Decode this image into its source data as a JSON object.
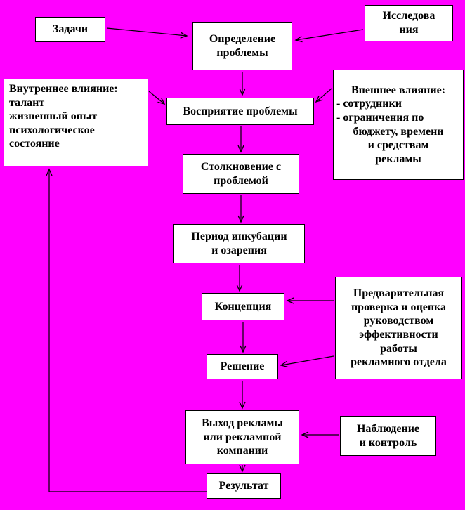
{
  "colors": {
    "background": "#FF00FF",
    "node_background": "#FFFFFF",
    "node_border": "#000000",
    "text": "#000000",
    "arrow": "#000000"
  },
  "nodes": {
    "tasks": {
      "label": "Задачи"
    },
    "research": {
      "label": "Исследова\nния"
    },
    "problem_definition": {
      "label": "Определение\nпроблемы"
    },
    "internal_influence": {
      "label": "Внутреннее влияние:\nталант\nжизненный опыт\nпсихологическое\nсостояние"
    },
    "perception": {
      "label": "Восприятие проблемы"
    },
    "external_influence": {
      "lines": [
        "Внешнее влияние:",
        "- сотрудники",
        "- ограничения по",
        "бюджету, времени",
        "и средствам",
        "рекламы"
      ]
    },
    "collision": {
      "label": "Столкновение с\nпроблемой"
    },
    "incubation": {
      "label": "Период инкубации\nи озарения"
    },
    "concept": {
      "label": "Концепция"
    },
    "preliminary_check": {
      "label": "Предварительная\nпроверка и оценка\nруководством\nэффективности\nработы\nрекламного отдела"
    },
    "decision": {
      "label": "Решение"
    },
    "ad_release": {
      "label": "Выход рекламы\nили рекламной\nкомпании"
    },
    "monitoring": {
      "label": "Наблюдение\nи контроль"
    },
    "result": {
      "label": "Результат"
    }
  }
}
